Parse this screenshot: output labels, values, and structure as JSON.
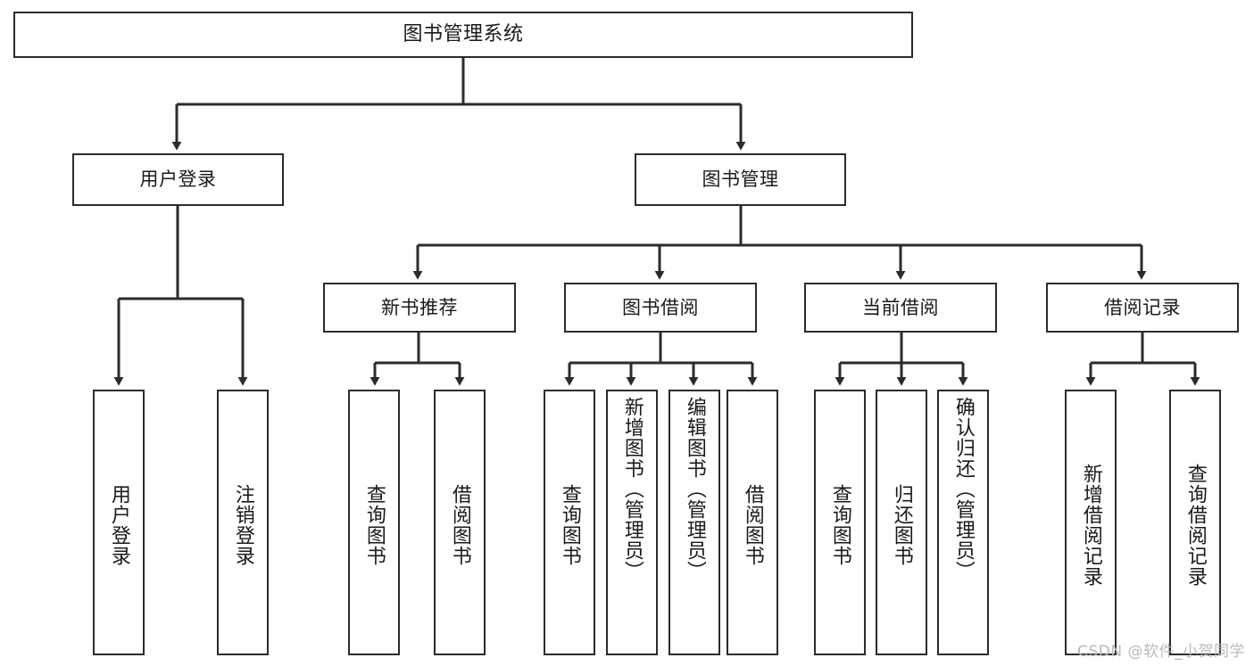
{
  "diagram": {
    "title": "图书管理系统",
    "type": "tree-hierarchy",
    "orientation": "top-down",
    "stroke_color": "#2b2b2b",
    "fill_color": "#ffffff",
    "text_color": "#1a1a1a",
    "watermark": "CSDN @软件_小贺同学"
  },
  "nodes": {
    "root": {
      "label": "图书管理系统"
    },
    "level1": [
      {
        "label": "用户登录"
      },
      {
        "label": "图书管理"
      }
    ],
    "level2": [
      {
        "label": "新书推荐"
      },
      {
        "label": "图书借阅"
      },
      {
        "label": "当前借阅"
      },
      {
        "label": "借阅记录"
      }
    ],
    "leaves": {
      "user_login": [
        {
          "label": "用户登录"
        },
        {
          "label": "注销登录"
        }
      ],
      "new_book_recommend": [
        {
          "label": "查询图书"
        },
        {
          "label": "借阅图书"
        }
      ],
      "book_borrow": [
        {
          "label": "查询图书"
        },
        {
          "label": "新增图书（管理员）"
        },
        {
          "label": "编辑图书（管理员）"
        },
        {
          "label": "借阅图书"
        }
      ],
      "current_borrow": [
        {
          "label": "查询图书"
        },
        {
          "label": "归还图书"
        },
        {
          "label": "确认归还（管理员）"
        }
      ],
      "borrow_record": [
        {
          "label": "新增借阅记录"
        },
        {
          "label": "查询借阅记录"
        }
      ]
    }
  }
}
